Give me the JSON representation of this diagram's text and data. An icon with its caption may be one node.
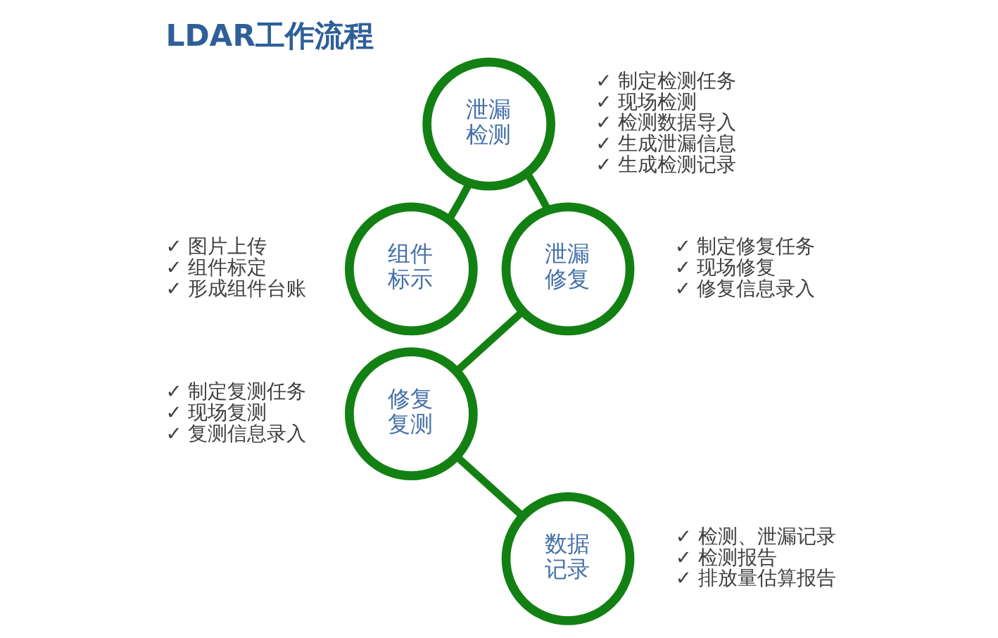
{
  "diagram": {
    "title": "LDAR工作流程",
    "nodes": [
      {
        "text": [
          "组件标示"
        ],
        "beside": [
          "✓ 图片上传",
          "✓ 组件标定",
          "✓ 形成组件台账"
        ]
      },
      {
        "text": [
          "泄漏检测"
        ],
        "beside": [
          "✓ 制定检测任务",
          "✓ 现场检测",
          "✓ 检测数据导入",
          "✓ 生成泄漏信息",
          "✓ 生成检测记录"
        ]
      },
      {
        "text": [
          "泄漏修复"
        ],
        "beside": [
          "✓ 制定修复任务",
          "✓ 现场修复",
          "✓ 修复信息录入"
        ]
      },
      {
        "text": [
          "修复复测"
        ],
        "beside": [
          "✓ 制定复测任务",
          "✓ 现场复测",
          "✓ 复测信息录入"
        ]
      },
      {
        "text": [
          "数据记录"
        ],
        "beside": [
          "✓ 检测、泄漏记录",
          "✓ 检测报告",
          "✓ 排放量估算报告"
        ]
      }
    ],
    "edges": [
      {
        "from": 0,
        "to": 1,
        "arrow": "none"
      },
      {
        "from": 1,
        "to": 2,
        "arrow": "none"
      },
      {
        "from": 2,
        "to": 3,
        "arrow": "none"
      },
      {
        "from": 3,
        "to": 4,
        "arrow": "none"
      }
    ]
  }
}
